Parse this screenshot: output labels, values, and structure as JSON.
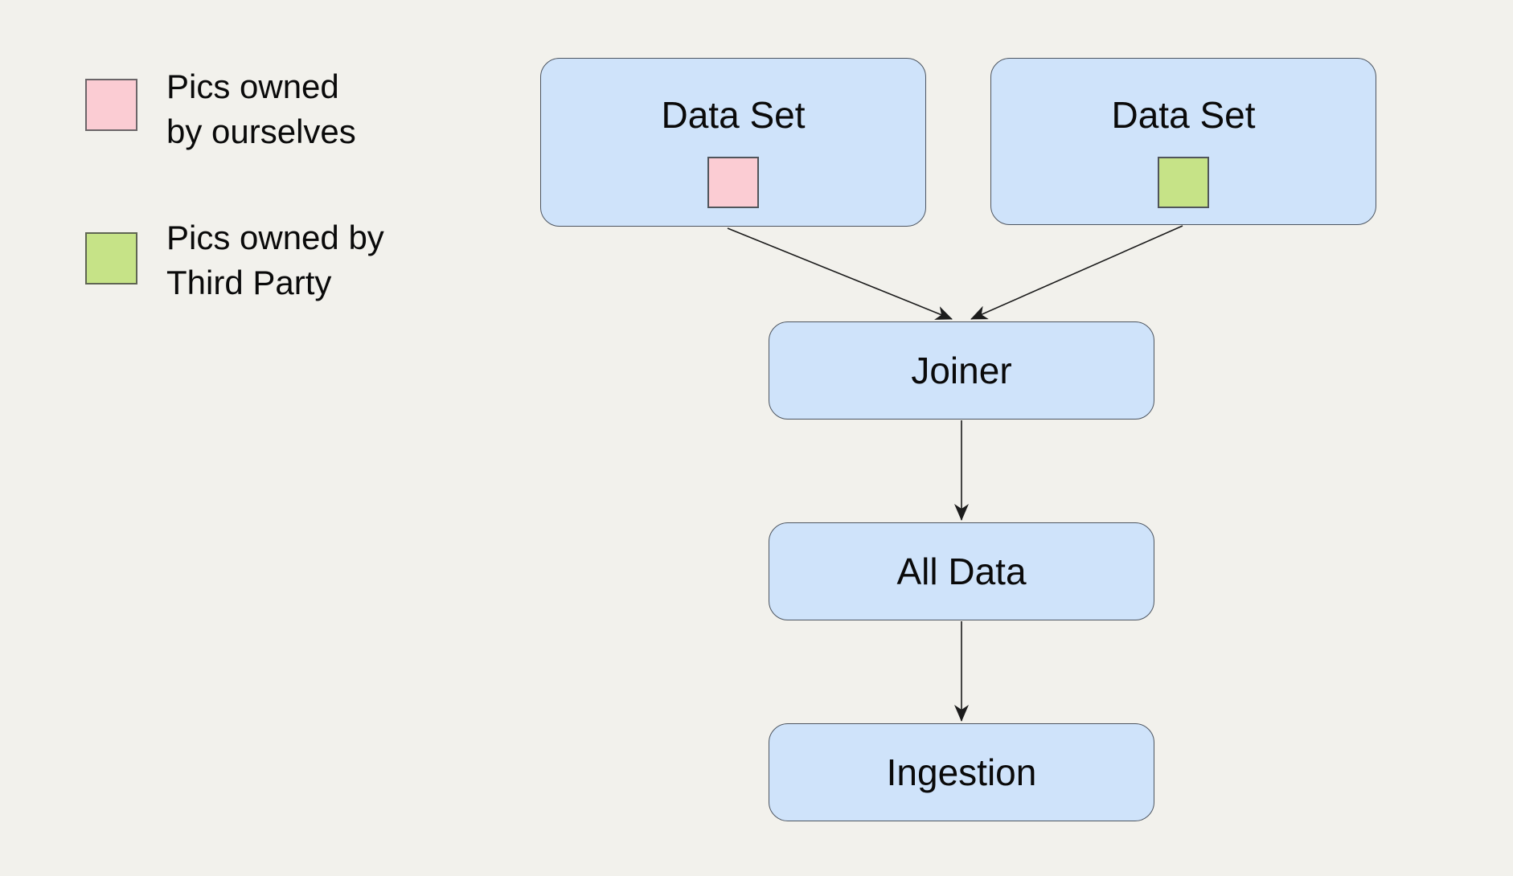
{
  "background_color": "#f2f1ec",
  "legend": {
    "items": [
      {
        "id": "owned-by-ourselves",
        "color": "#fbccd3",
        "lines": [
          "Pics owned",
          "by ourselves"
        ]
      },
      {
        "id": "owned-by-third-party",
        "color": "#c6e387",
        "lines": [
          "Pics owned by",
          "Third Party"
        ]
      }
    ]
  },
  "diagram": {
    "node_fill": "#cfe3fa",
    "node_border": "#4d5560",
    "arrow_color": "#1c1c1c",
    "text_color": "#0a0a0a",
    "nodes": {
      "dataset_left": {
        "label": "Data Set",
        "marker_color": "#fbccd3"
      },
      "dataset_right": {
        "label": "Data Set",
        "marker_color": "#c6e387"
      },
      "joiner": {
        "label": "Joiner"
      },
      "all_data": {
        "label": "All Data"
      },
      "ingestion": {
        "label": "Ingestion"
      }
    },
    "edges": [
      {
        "from": "dataset_left",
        "to": "joiner"
      },
      {
        "from": "dataset_right",
        "to": "joiner"
      },
      {
        "from": "joiner",
        "to": "all_data"
      },
      {
        "from": "all_data",
        "to": "ingestion"
      }
    ]
  }
}
